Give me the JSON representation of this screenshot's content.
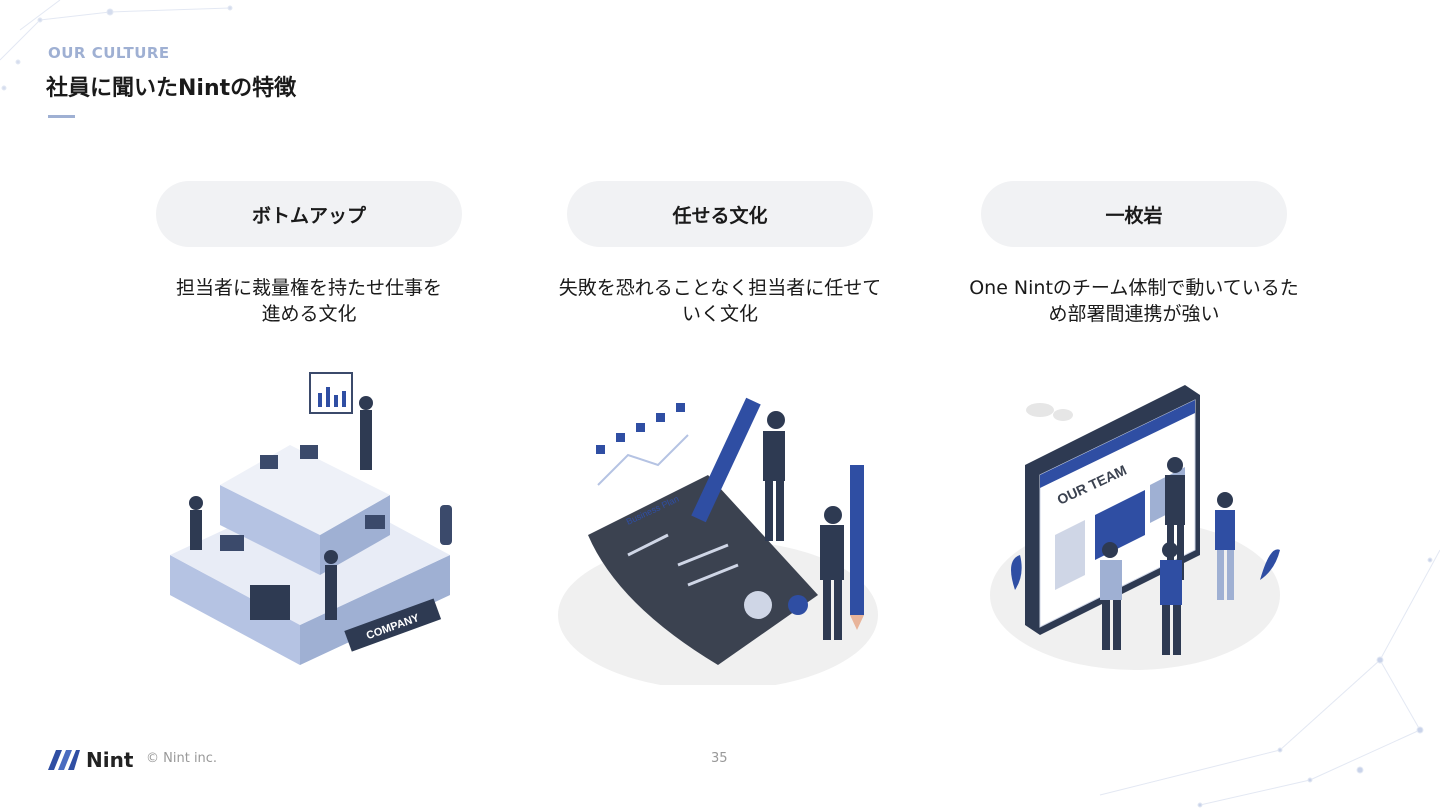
{
  "header": {
    "eyebrow": "OUR CULTURE",
    "title": "社員に聞いたNintの特徴"
  },
  "columns": [
    {
      "heading": "ボトムアップ",
      "description": "担当者に裁量権を持たせ仕事を\n進める文化",
      "illustration": "office-team-illustration",
      "sign_text": "COMPANY"
    },
    {
      "heading": "任せる文化",
      "description": "失敗を恐れることなく担当者に任せて\nいく文化",
      "illustration": "business-plan-illustration",
      "sign_text": "Business Plan"
    },
    {
      "heading": "一枚岩",
      "description": "One Nintのチーム体制で動いているた\nめ部署間連携が強い",
      "illustration": "our-team-illustration",
      "sign_text": "OUR TEAM"
    }
  ],
  "footer": {
    "logo_text": "Nint",
    "copyright": "© Nint inc.",
    "page_number": "35"
  },
  "colors": {
    "accent": "#9fb0d3",
    "brand_blue": "#2f4ea3",
    "pill_bg": "#f1f2f4"
  }
}
